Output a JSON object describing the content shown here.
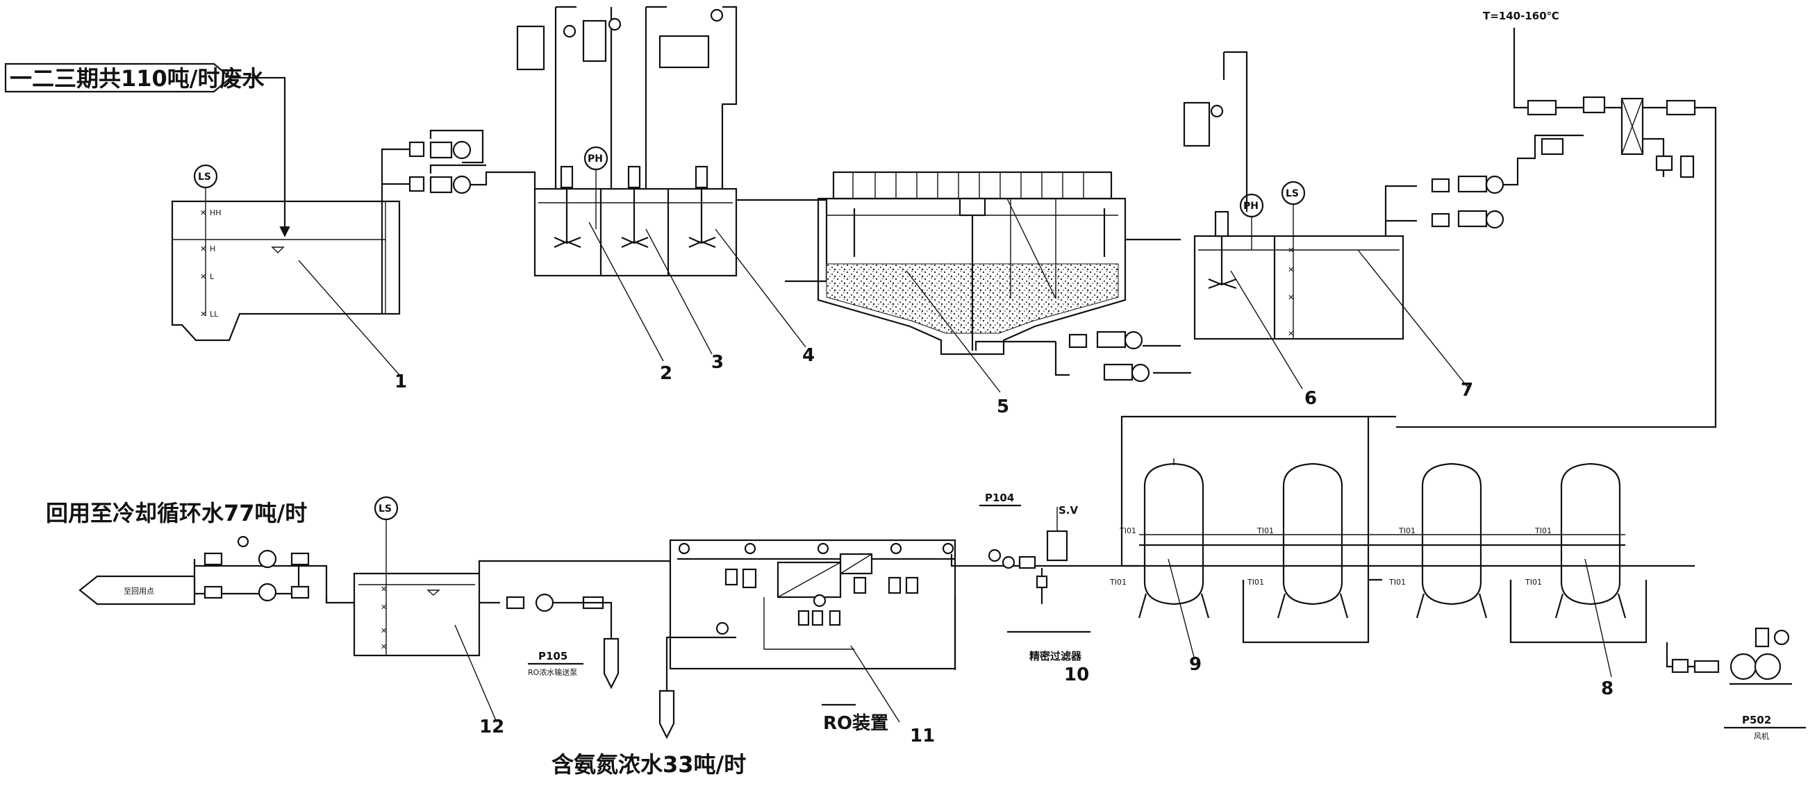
{
  "labels": {
    "inlet": "一二三期共110吨/时废水",
    "reuse": "回用至冷却循环水77吨/时",
    "concentrate": "含氨氮浓水33吨/时",
    "temperature": "T=140-160℃",
    "ro_unit": "RO装置",
    "filter": "精密过滤器",
    "sv": "S.V",
    "p104": "P104",
    "p105": "P105",
    "p105_sub": "RO浓水输送泵",
    "p502": "P502",
    "p502_sub": "风机",
    "reuse_box": "至回用点",
    "ti_label": "TI01"
  },
  "instruments": {
    "ls": "LS",
    "ph": "PH"
  },
  "levels": [
    "HH",
    "H",
    "L",
    "LL"
  ],
  "callouts": [
    "1",
    "2",
    "3",
    "4",
    "5",
    "6",
    "7",
    "8",
    "9",
    "10",
    "11",
    "12"
  ]
}
